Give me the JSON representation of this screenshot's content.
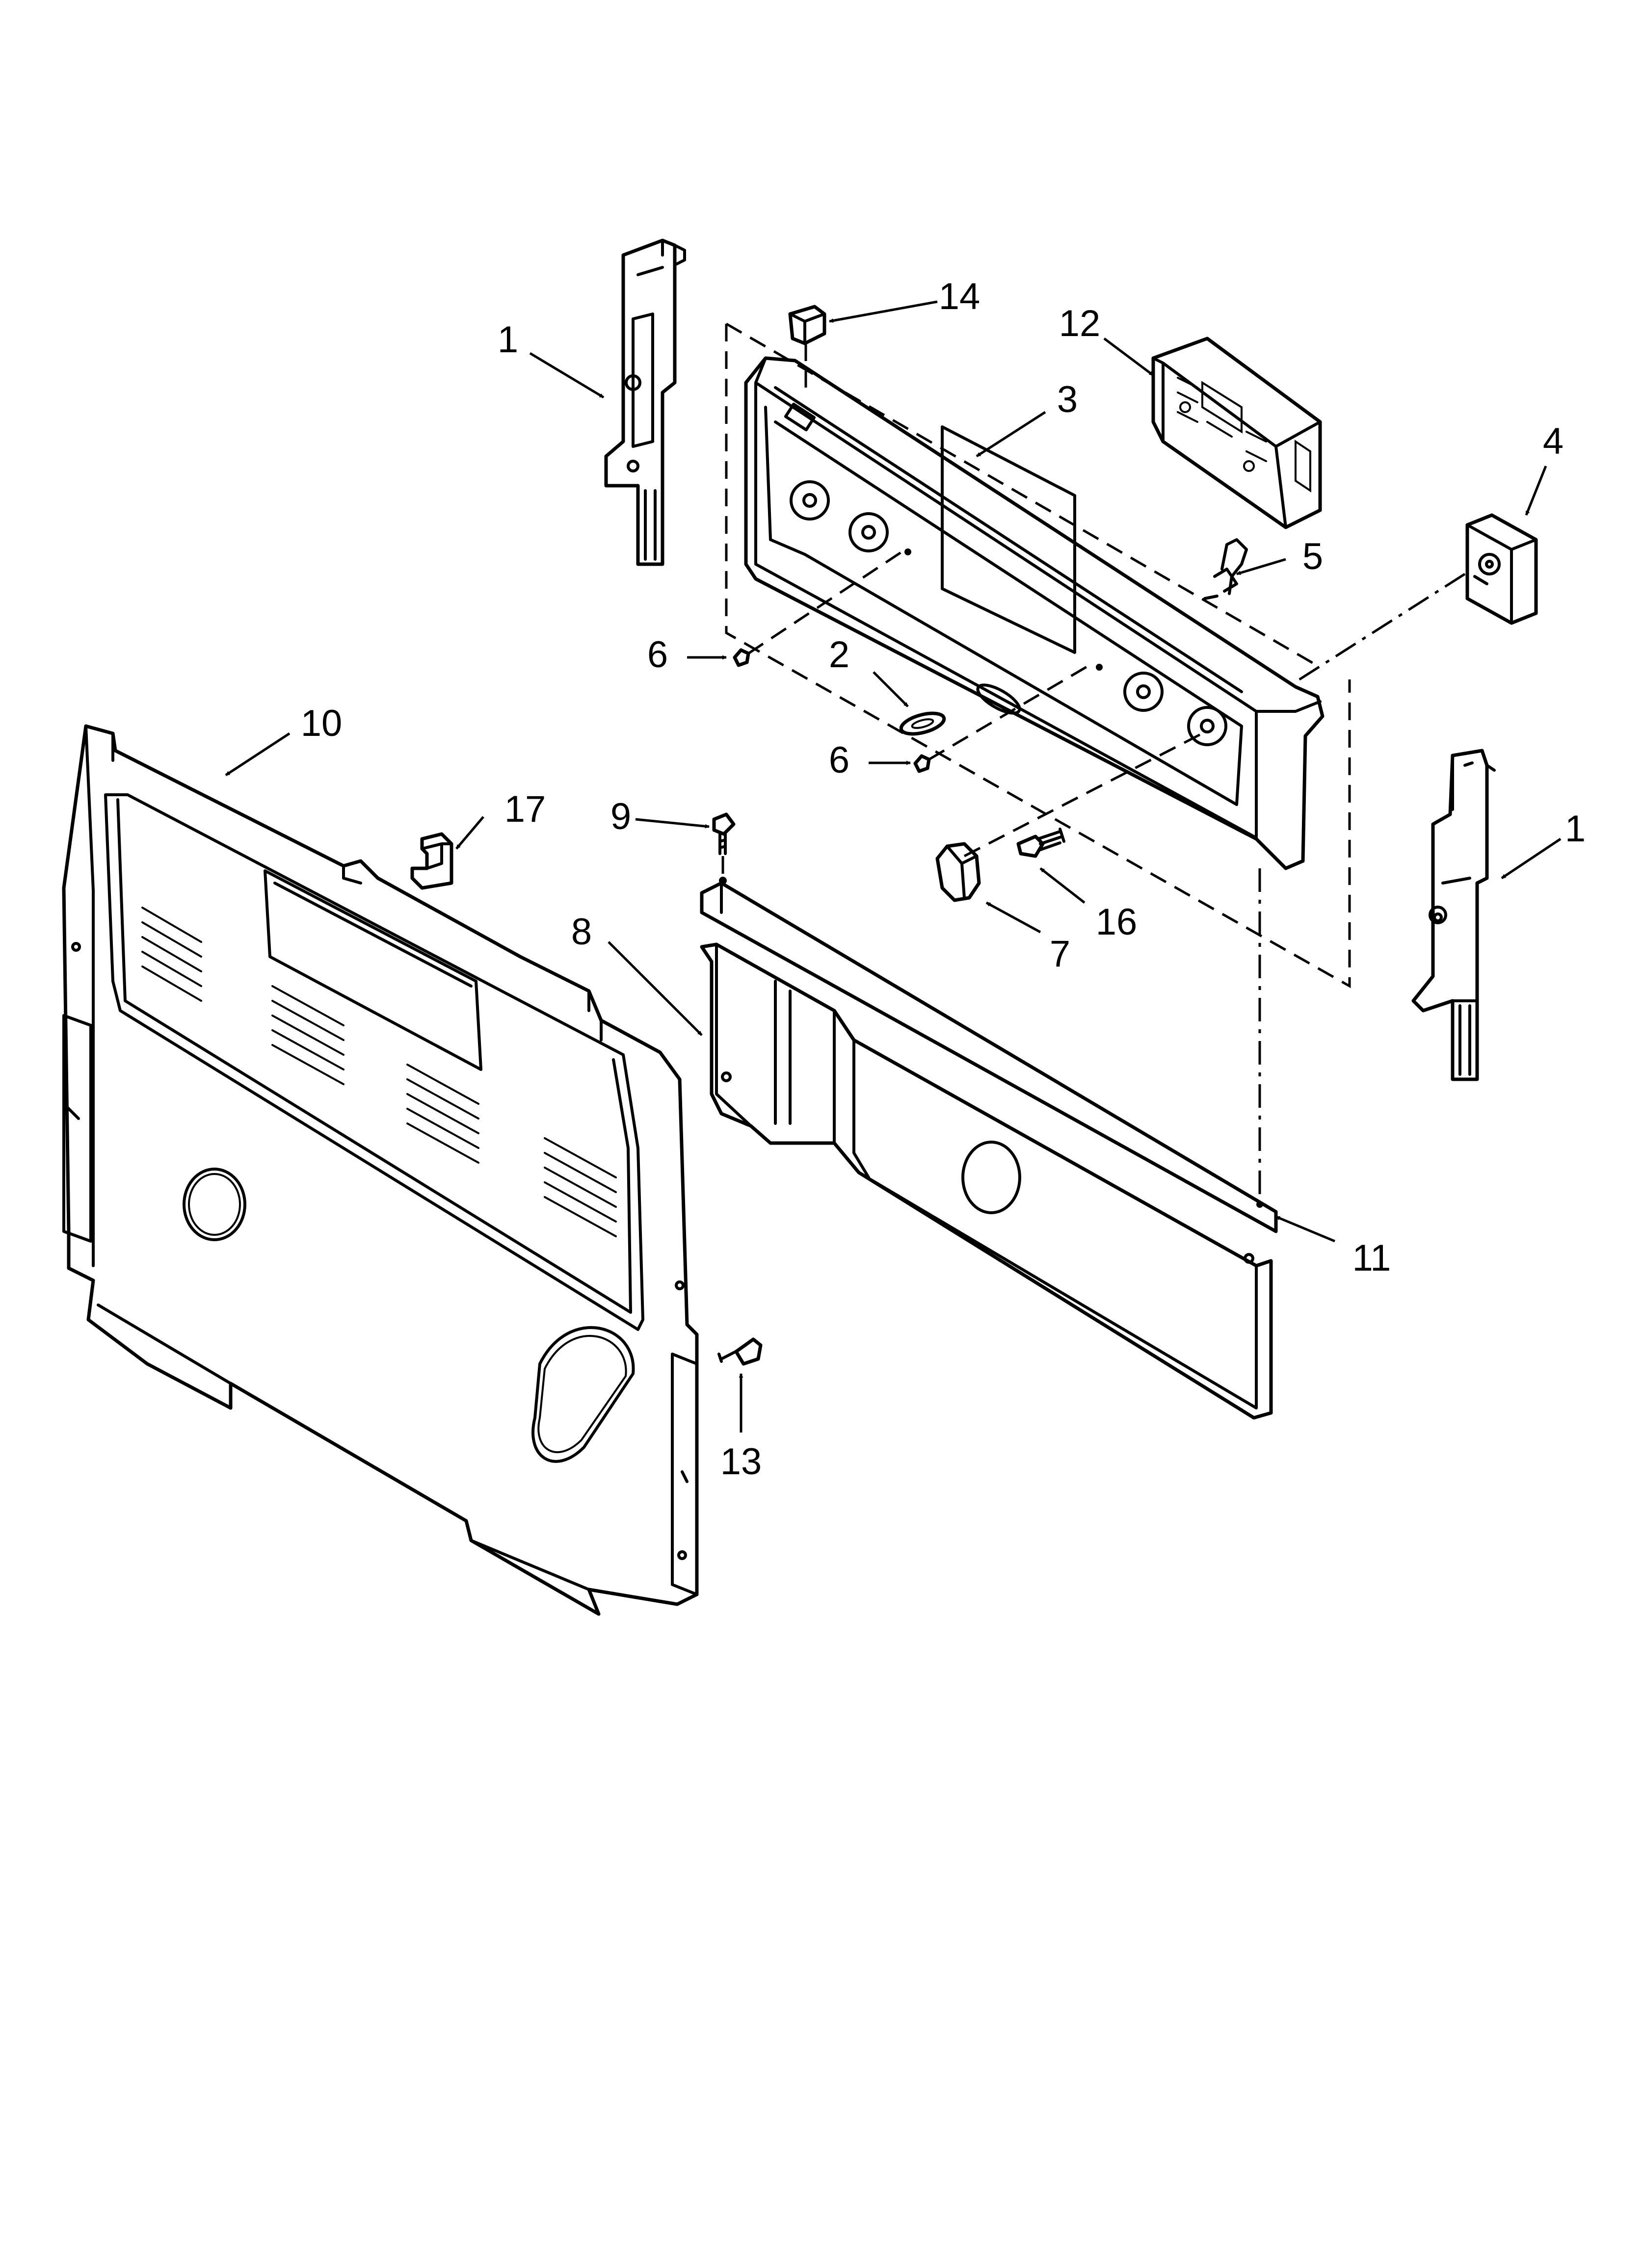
{
  "callouts": [
    {
      "id": "c1a",
      "label": "1"
    },
    {
      "id": "c1b",
      "label": "1"
    },
    {
      "id": "c2",
      "label": "2"
    },
    {
      "id": "c3",
      "label": "3"
    },
    {
      "id": "c4",
      "label": "4"
    },
    {
      "id": "c5",
      "label": "5"
    },
    {
      "id": "c6a",
      "label": "6"
    },
    {
      "id": "c6b",
      "label": "6"
    },
    {
      "id": "c7",
      "label": "7"
    },
    {
      "id": "c8",
      "label": "8"
    },
    {
      "id": "c9",
      "label": "9"
    },
    {
      "id": "c10",
      "label": "10"
    },
    {
      "id": "c11",
      "label": "11"
    },
    {
      "id": "c12",
      "label": "12"
    },
    {
      "id": "c13",
      "label": "13"
    },
    {
      "id": "c14",
      "label": "14"
    },
    {
      "id": "c16",
      "label": "16"
    },
    {
      "id": "c17",
      "label": "17"
    }
  ]
}
